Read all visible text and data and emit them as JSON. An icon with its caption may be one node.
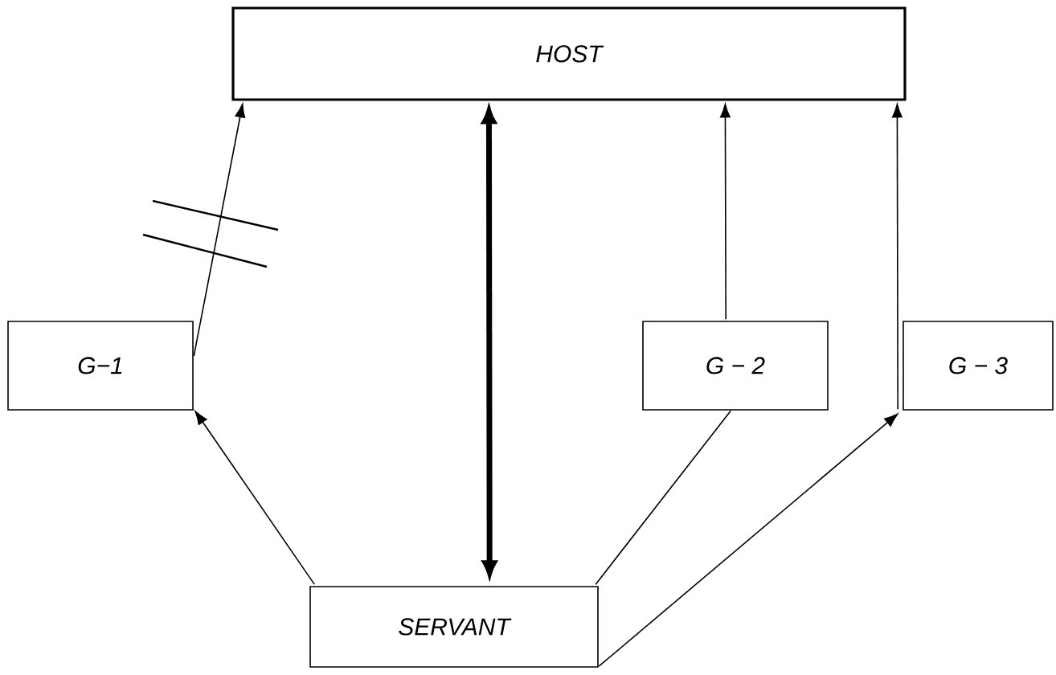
{
  "diagram": {
    "nodes": [
      {
        "text": [
          "HOST"
        ]
      },
      {
        "text": [
          "G−1"
        ]
      },
      {
        "text": [
          "G − 2"
        ]
      },
      {
        "text": [
          "G − 3"
        ]
      },
      {
        "text": [
          "SERVANT"
        ]
      }
    ],
    "edges": [
      {
        "from": 1,
        "to": 0,
        "arrow": "to"
      },
      {
        "from": 0,
        "to": 4,
        "arrow": "both",
        "style": "thick"
      },
      {
        "from": 2,
        "to": 0,
        "arrow": "to"
      },
      {
        "from": 3,
        "to": 0,
        "arrow": "to"
      },
      {
        "from": 4,
        "to": 1,
        "arrow": "to"
      },
      {
        "from": 4,
        "to": 2,
        "arrow": "none"
      },
      {
        "from": 4,
        "to": 3,
        "arrow": "to"
      }
    ]
  }
}
